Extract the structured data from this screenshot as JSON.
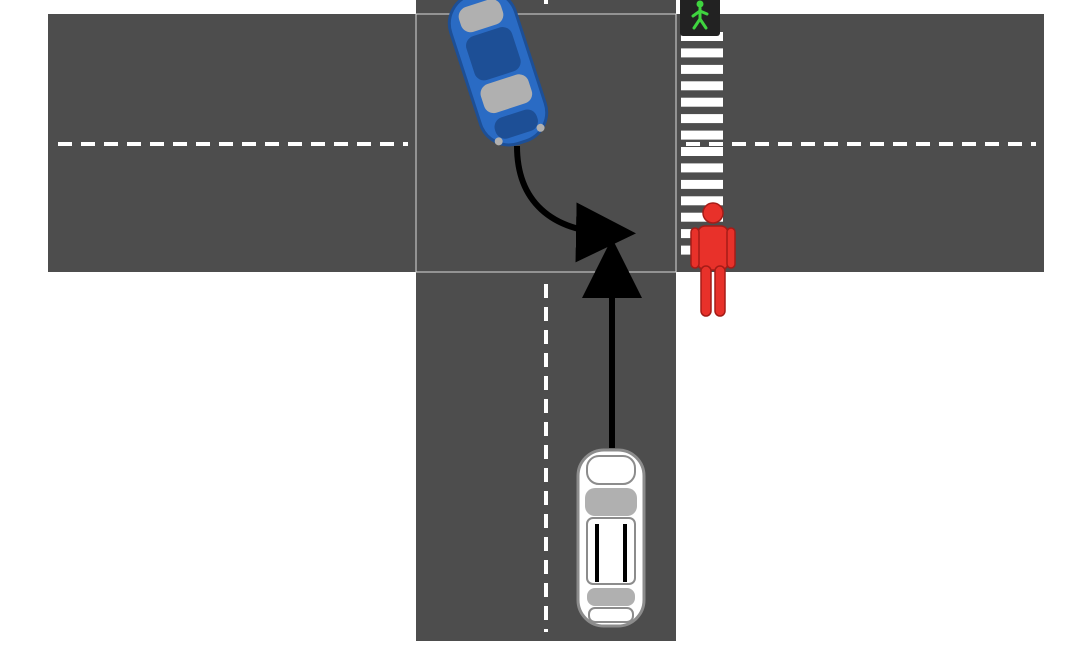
{
  "colors": {
    "background": "#ffffff",
    "road": "#4d4d4d",
    "road_edge": "#d9d9d9",
    "lane_marking": "#ffffff",
    "crosswalk_stripe": "#ffffff",
    "arrow": "#000000",
    "blue_car_body": "#2a6bc4",
    "blue_car_shade": "#1d4f96",
    "white_car_body": "#ffffff",
    "white_car_outline": "#8c8c8c",
    "car_glass": "#b0b0b0",
    "pedestrian": "#e8312a",
    "pedestrian_outline": "#a51c17",
    "signal_housing": "#222222",
    "signal_walk": "#3fd43f"
  },
  "diagram": {
    "elements": [
      {
        "name": "road-west-arm",
        "kind": "road"
      },
      {
        "name": "road-east-arm",
        "kind": "road"
      },
      {
        "name": "road-north-arm",
        "kind": "road"
      },
      {
        "name": "road-south-arm",
        "kind": "road"
      },
      {
        "name": "intersection-box",
        "kind": "road"
      },
      {
        "name": "crosswalk-east",
        "kind": "crosswalk",
        "stripes": 14
      },
      {
        "name": "blue-car",
        "kind": "vehicle",
        "heading": "south-east"
      },
      {
        "name": "white-car",
        "kind": "vehicle",
        "heading": "north"
      },
      {
        "name": "pedestrian",
        "kind": "person",
        "signal_state": "walk"
      },
      {
        "name": "walk-signal",
        "kind": "signal",
        "state": "walk"
      }
    ],
    "paths": [
      {
        "name": "blue-car-turn-arrow",
        "shape": "curve",
        "from": "blue-car",
        "to": "intersection-center"
      },
      {
        "name": "white-car-straight-arrow",
        "shape": "straight",
        "from": "white-car",
        "to": "intersection-center"
      }
    ]
  }
}
